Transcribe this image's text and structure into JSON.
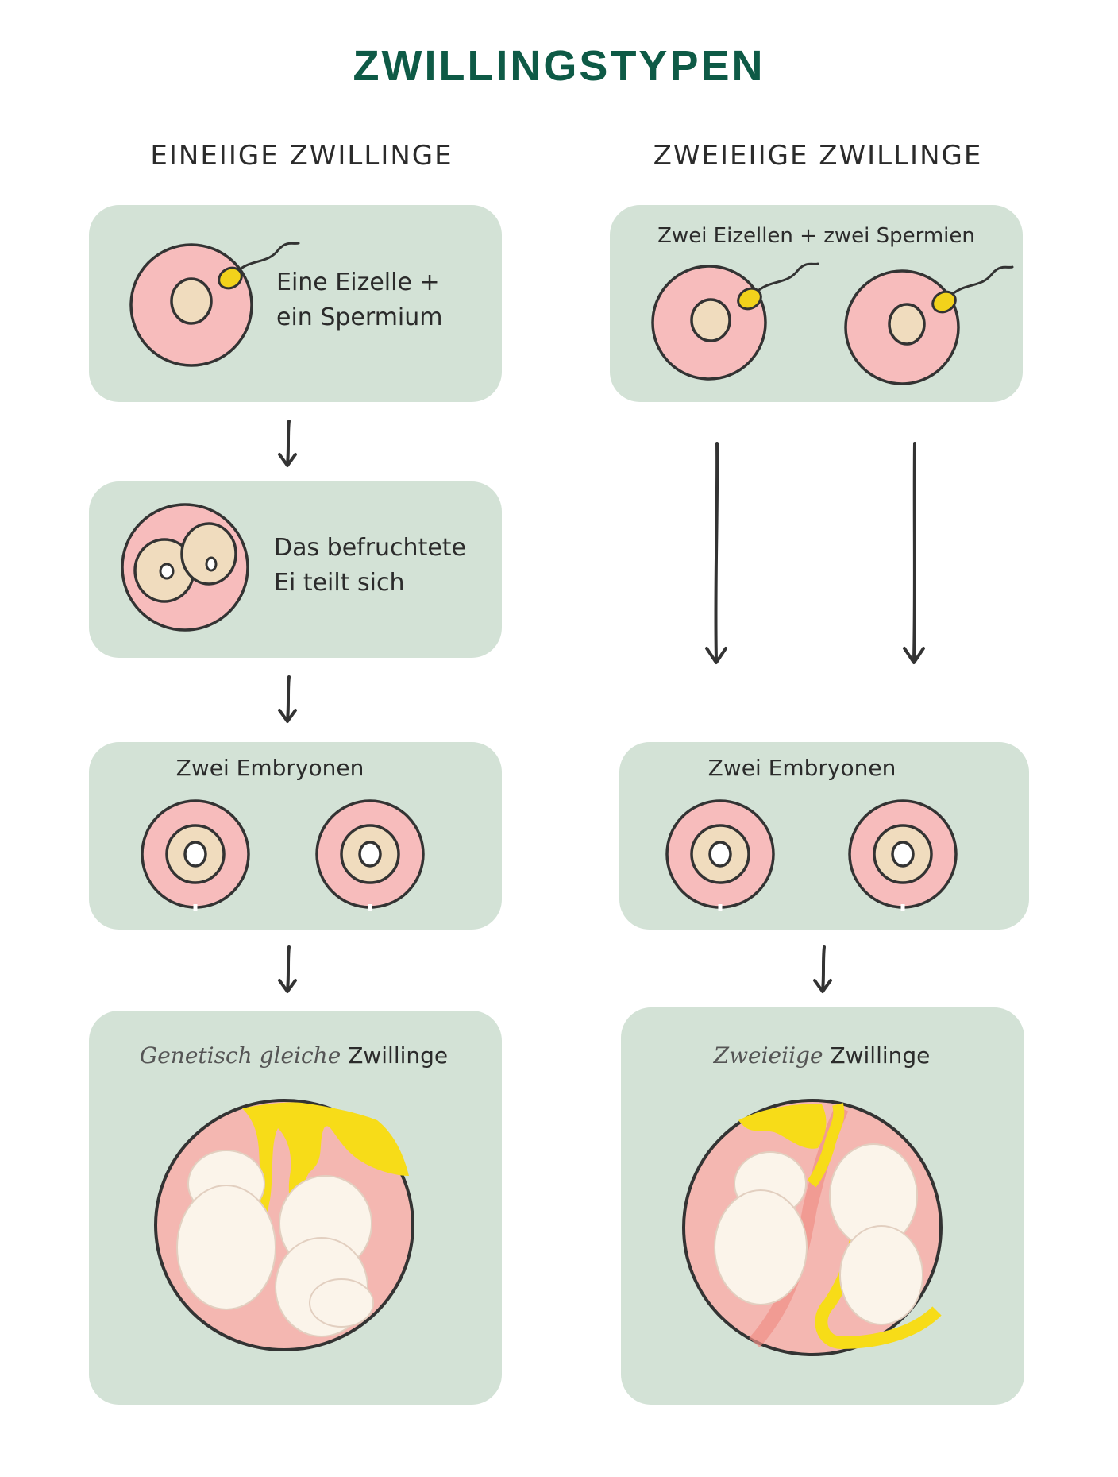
{
  "title": "ZWILLINGSTYPEN",
  "left": {
    "heading": "EINEIIGE ZWILLINGE",
    "step1_line1": "Eine Eizelle +",
    "step1_line2": "ein Spermium",
    "step2_line1": "Das befruchtete",
    "step2_line2": "Ei teilt sich",
    "step3_label": "Zwei Embryonen",
    "step4_script": "Genetisch gleiche",
    "step4_word": "Zwillinge"
  },
  "right": {
    "heading": "ZWEIEIIGE ZWILLINGE",
    "step1_label": "Zwei Eizellen + zwei Spermien",
    "step3_label": "Zwei Embryonen",
    "step4_script": "Zweieiige",
    "step4_word": "Zwillinge"
  },
  "colors": {
    "title": "#0e5a46",
    "panel": "#d3e2d6",
    "cell_pink": "#f7bcbc",
    "nucleus": "#f0dcbe",
    "sperm": "#f2d21b",
    "placenta": "#f7dc18",
    "fetus": "#fbf4ea"
  }
}
